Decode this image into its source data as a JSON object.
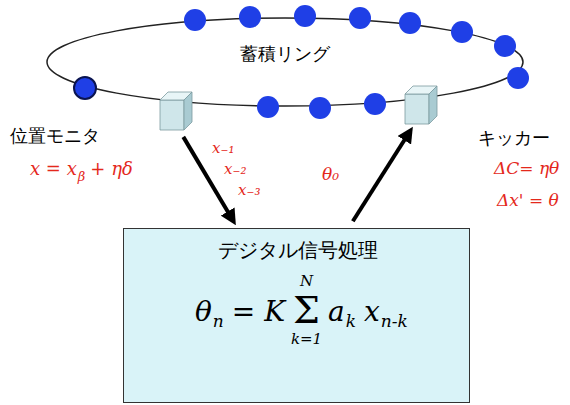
{
  "diagram": {
    "nodes": [
      {
        "text": [
          "蓄積リング"
        ]
      },
      {
        "text": [
          "位置モニタ"
        ]
      },
      {
        "text": [
          "キッカー"
        ]
      },
      {
        "text": [
          "デジタル信号処理"
        ]
      }
    ],
    "edges": [
      {
        "from": 1,
        "to": 3,
        "arrow": "to"
      },
      {
        "from": 3,
        "to": 2,
        "arrow": "to"
      }
    ],
    "labels": [
      "x = x",
      "β",
      "+ ηδ",
      "x₋₁",
      "x₋₂",
      "x₋₃",
      "θ₀",
      "ΔC= ηθ",
      "Δx' = θ",
      "θ",
      "n",
      "= K",
      "Σ",
      "N",
      "k=1",
      "a",
      "k",
      "x",
      "n-k"
    ]
  }
}
